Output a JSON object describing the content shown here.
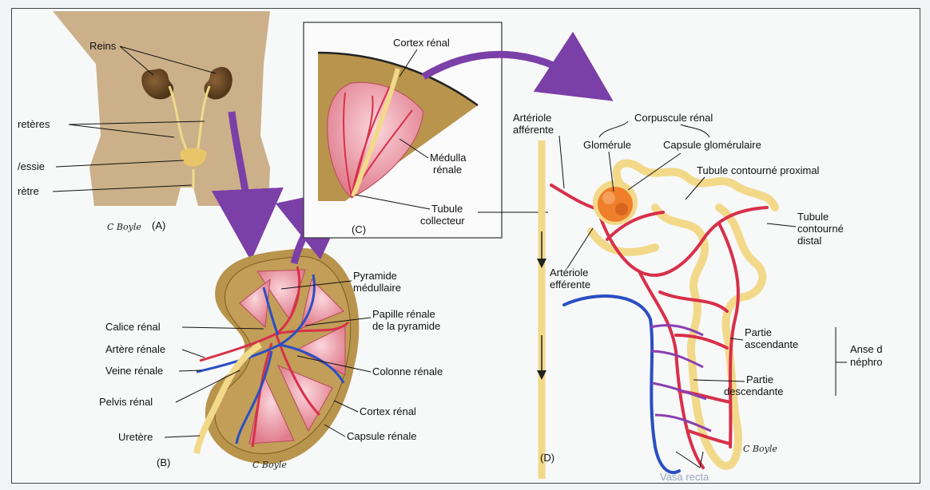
{
  "panels": {
    "a": {
      "letter": "(A)",
      "labels": {
        "reins": "Reins",
        "ureteres": "retères",
        "vessie": "/essie",
        "uretre": "rètre"
      }
    },
    "b": {
      "letter": "(B)",
      "labels": {
        "pyramide": [
          "Pyramide",
          "médullaire"
        ],
        "papille": [
          "Papille rénale",
          "de la pyramide"
        ],
        "calice": "Calice rénal",
        "artere": "Artère rénale",
        "veine": "Veine rénale",
        "pelvis": "Pelvis rénal",
        "uretere": "Uretère",
        "colonne": "Colonne rénale",
        "cortex": "Cortex rénal",
        "capsule": "Capsule rénale"
      }
    },
    "c": {
      "letter": "(C)",
      "labels": {
        "cortex": "Cortex rénal",
        "medulla": [
          "Médulla",
          "rénale"
        ],
        "tubule": [
          "Tubule",
          "collecteur"
        ]
      }
    },
    "d": {
      "letter": "(D)",
      "labels": {
        "arteriole_aff": [
          "Artériole",
          "afférente"
        ],
        "corpuscule": "Corpuscule rénal",
        "glomerule": "Glomérule",
        "capsule_glom": "Capsule glomérulaire",
        "tcp": "Tubule contourné proximal",
        "tcd": [
          "Tubule",
          "contourné",
          "distal"
        ],
        "arteriole_eff": [
          "Artériole",
          "efférente"
        ],
        "partie_asc": [
          "Partie",
          "ascendante"
        ],
        "partie_desc": [
          "Partie",
          "descendante"
        ],
        "anse": [
          "Anse d",
          "néphro"
        ],
        "vasa": "Vasa recta"
      }
    }
  },
  "signature": "C Boyle",
  "colors": {
    "skin": "#cbb089",
    "kidney": "#6b4a2a",
    "tan": "#b8944c",
    "tubule": "#f2d98a",
    "artery": "#d8304a",
    "vein": "#2a4fc2",
    "pyramid": "#e88d9a",
    "arrow": "#7b3fa8",
    "glomerulus": "#ef7f2a"
  }
}
